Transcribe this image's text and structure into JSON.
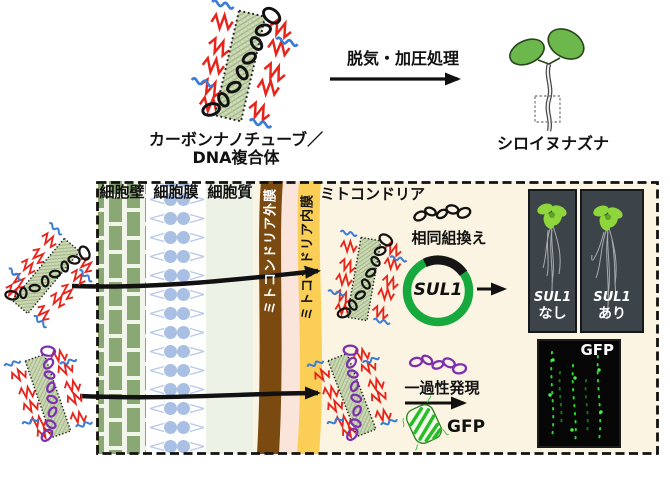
{
  "header": {
    "complex_label_line1": "カーボンナノチューブ／",
    "complex_label_line2": "DNA複合体",
    "treatment_arrow_label": "脱気・加圧処理",
    "plant_label": "シロイヌナズナ"
  },
  "cell_layers": {
    "cell_wall": "細胞壁",
    "cell_membrane": "細胞膜",
    "cytoplasm": "細胞質",
    "mitochondria_outer_membrane": "ミトコンドリア外膜",
    "mitochondria_inner_membrane": "ミトコンドリア内膜",
    "mitochondria": "ミトコンドリア"
  },
  "homologous_recombination": {
    "label": "相同組換え",
    "plasmid_gene": "SUL1",
    "photo_left": {
      "gene": "SUL1",
      "condition": "なし"
    },
    "photo_right": {
      "gene": "SUL1",
      "condition": "あり"
    }
  },
  "transient_expression": {
    "label": "一過性発現",
    "protein_label": "GFP",
    "photo_label": "GFP"
  },
  "icons": {
    "cnt_dna_complex": "green hatched rod with DNA loops, red zigzags, blue waves",
    "plasmid_ring": "green circle with black insert arc",
    "gfp_barrel": "green ribbon beta-barrel",
    "delivery_arrows": "thick black right arrows",
    "seedling": "two green cotyledons with wavy root in dashed box"
  },
  "colors": {
    "cell_wall_green": "#8AA873",
    "membrane_blue": "#A9C0E4",
    "cytoplasm_green": "#ECF2E6",
    "outer_membrane_brown": "#7B4A10",
    "inner_membrane_pink": "#FBE5DA",
    "inner_membrane_yellow": "#FBCE55",
    "box_background_cream": "#FBF4E2",
    "plasmid_green": "#17A83E",
    "dna_black": "#111111",
    "dna_purple": "#7D2FB0",
    "wrapper_red": "#E8231A",
    "wrapper_blue": "#3B7CD6",
    "gfp_green": "#28BD28",
    "photo_panel_dark": "#3D4449"
  }
}
